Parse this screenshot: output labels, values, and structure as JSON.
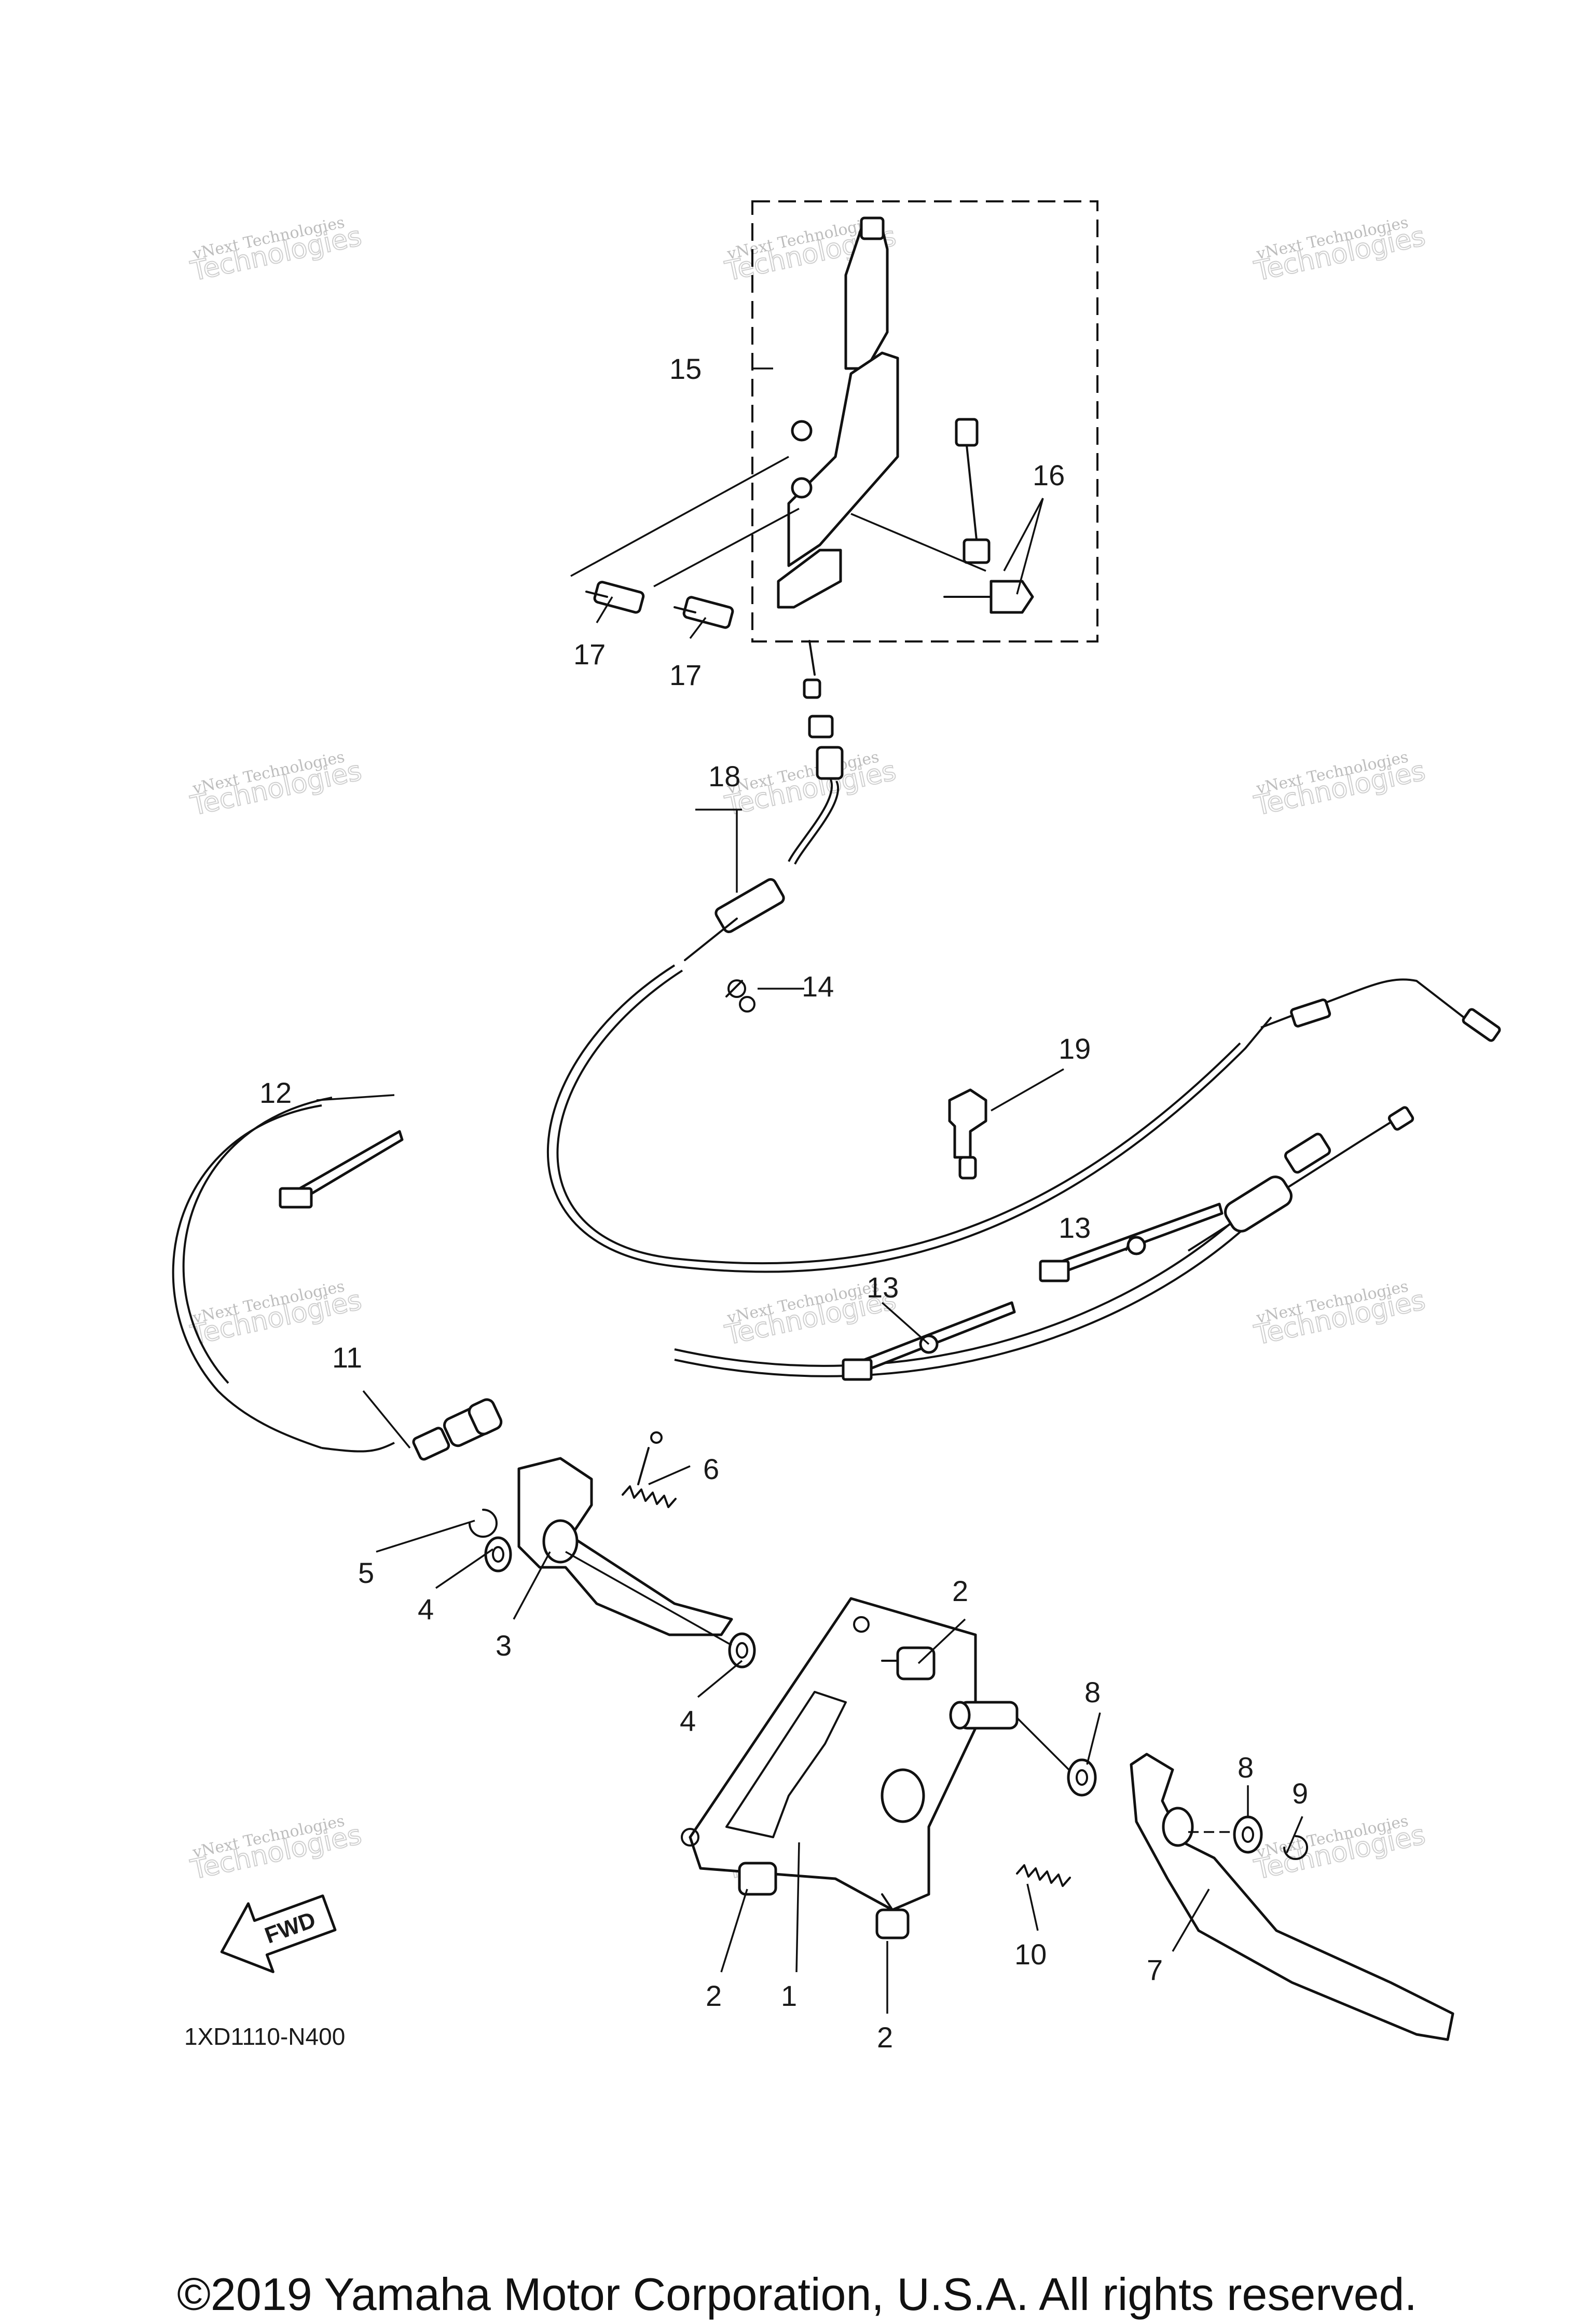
{
  "diagram": {
    "code": "1XD1110-N400",
    "fwd_label": "FWD",
    "watermark_line1": "vNext Technologies",
    "watermark_line2": "Technologies",
    "watermark_prefix": "vNext",
    "callouts": [
      "1",
      "2",
      "2",
      "2",
      "3",
      "4",
      "4",
      "5",
      "6",
      "7",
      "8",
      "8",
      "9",
      "10",
      "11",
      "12",
      "13",
      "13",
      "14",
      "15",
      "16",
      "17",
      "17",
      "18",
      "19"
    ]
  },
  "footer": {
    "copyright": "©2019 Yamaha Motor Corporation, U.S.A. All rights reserved."
  }
}
